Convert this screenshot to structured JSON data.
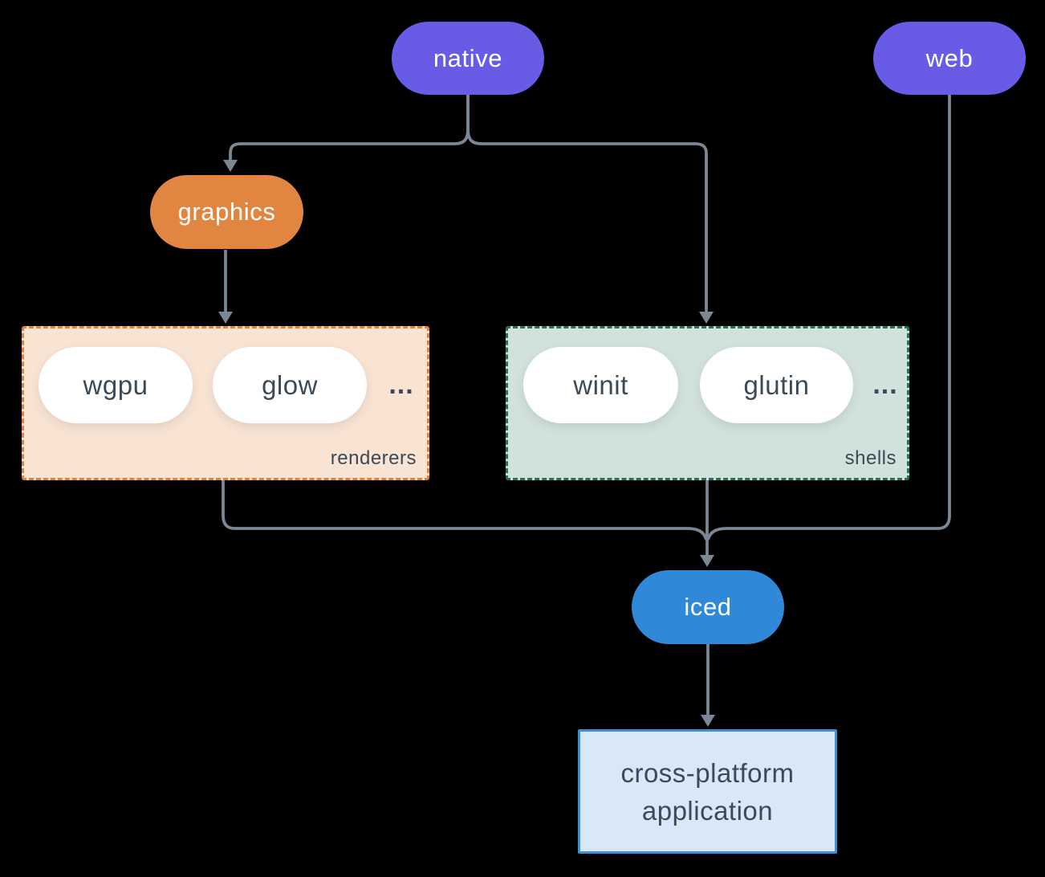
{
  "diagram": {
    "nodes": {
      "native": {
        "label": "native",
        "color": "#685ce6"
      },
      "web": {
        "label": "web",
        "color": "#685ce6"
      },
      "graphics": {
        "label": "graphics",
        "color": "#e28540"
      },
      "wgpu": {
        "label": "wgpu"
      },
      "glow": {
        "label": "glow"
      },
      "winit": {
        "label": "winit"
      },
      "glutin": {
        "label": "glutin"
      },
      "iced": {
        "label": "iced",
        "color": "#2f88d8"
      },
      "application": {
        "line1": "cross-platform",
        "line2": "application"
      }
    },
    "groups": {
      "renderers": {
        "label": "renderers",
        "more": "...",
        "background": "#f9e4d4",
        "border_color": "#e2813a"
      },
      "shells": {
        "label": "shells",
        "more": "...",
        "background": "#d0e2db",
        "border_color": "#25705f"
      }
    },
    "edges": [
      {
        "from": "native",
        "to": "graphics"
      },
      {
        "from": "native",
        "to": "shells"
      },
      {
        "from": "graphics",
        "to": "renderers"
      },
      {
        "from": "renderers",
        "to": "iced"
      },
      {
        "from": "shells",
        "to": "iced"
      },
      {
        "from": "web",
        "to": "iced"
      },
      {
        "from": "iced",
        "to": "application"
      }
    ],
    "colors": {
      "background": "#000000",
      "connector": "#7b8794",
      "node_text_light": "#ffffff",
      "node_text_dark": "#3b4a59",
      "white_pill": "#ffffff",
      "app_box_bg": "#d8e8f7",
      "app_box_border": "#3d8fd8"
    }
  }
}
